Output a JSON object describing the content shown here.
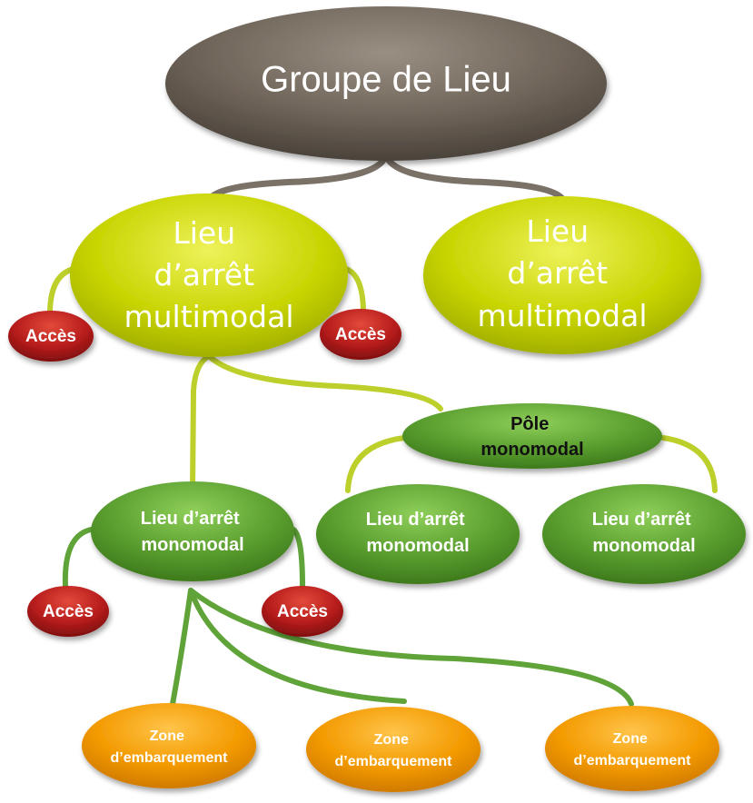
{
  "nodes": {
    "group": {
      "label": "Groupe de Lieu"
    },
    "multimodal_left": {
      "lines": [
        "Lieu",
        "d’arrêt",
        "multimodal"
      ]
    },
    "multimodal_right": {
      "lines": [
        "Lieu",
        "d’arrêt",
        "multimodal"
      ]
    },
    "acces_label": "Accès",
    "pole": {
      "lines": [
        "Pôle",
        "monomodal"
      ]
    },
    "monomodal_left": {
      "lines": [
        "Lieu d’arrêt",
        "monomodal"
      ]
    },
    "monomodal_mid": {
      "lines": [
        "Lieu d’arrêt",
        "monomodal"
      ]
    },
    "monomodal_right": {
      "lines": [
        "Lieu d’arrêt",
        "monomodal"
      ]
    },
    "zone": {
      "lines": [
        "Zone",
        "d’embarquement"
      ]
    }
  },
  "colors": {
    "group": "#6e6459",
    "multimodal": "#c8d400",
    "monomodal": "#5a9e2f",
    "acces": "#b71c1c",
    "zone": "#f39a00",
    "connector_group": "#7a7167",
    "connector_multimodal": "#bccf2a",
    "connector_monomodal": "#5fa339"
  }
}
